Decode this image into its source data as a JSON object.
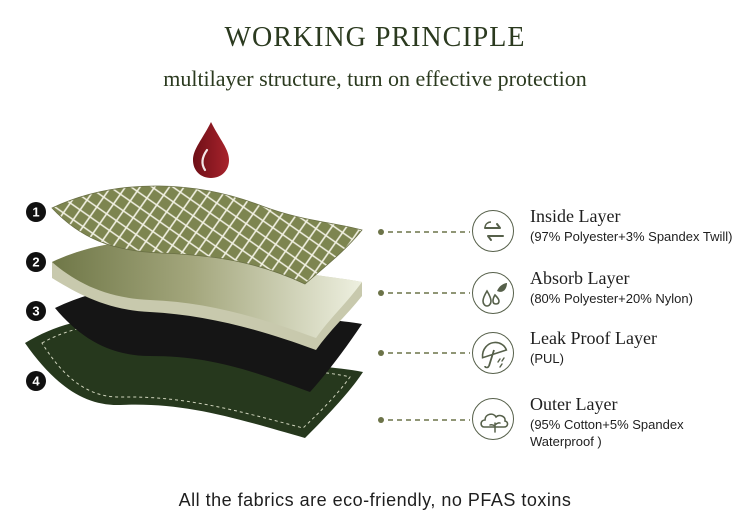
{
  "header": {
    "title": "WORKING PRINCIPLE",
    "subtitle": "multilayer structure, turn on effective protection"
  },
  "numbers": [
    "1",
    "2",
    "3",
    "4"
  ],
  "layers": [
    {
      "name": "Inside Layer",
      "desc": "(97% Polyester+3% Spandex Twill)",
      "icon": "recycle-arrows-icon"
    },
    {
      "name": "Absorb Layer",
      "desc": "(80% Polyester+20% Nylon)",
      "icon": "droplets-leaf-icon"
    },
    {
      "name": "Leak Proof Layer",
      "desc": "(PUL)",
      "icon": "umbrella-icon"
    },
    {
      "name": "Outer Layer",
      "desc": "(95% Cotton+5% Spandex Waterproof )",
      "icon": "cloud-leaf-icon"
    }
  ],
  "footer": {
    "text": "All the fabrics are eco-friendly, no PFAS toxins"
  },
  "colors": {
    "title": "#2b3a1f",
    "drop": "#8b1a22",
    "inside_layer": "#8f9766",
    "absorb_layer_start": "#6f7747",
    "absorb_layer_end": "#eef0e0",
    "leakproof_layer": "#151515",
    "outer_layer": "#26381d",
    "connector": "#6c7348"
  }
}
